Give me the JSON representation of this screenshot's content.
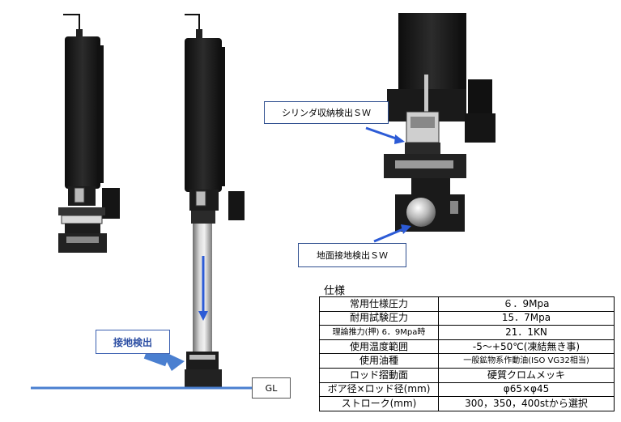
{
  "callouts": {
    "cylinder_sw": "シリンダ収納検出ＳＷ",
    "ground_sw": "地面接地検出ＳＷ",
    "ground_detect": "接地検出",
    "gl": "GL"
  },
  "spec": {
    "title": "仕様",
    "rows": [
      {
        "label": "常用仕様圧力",
        "value": "６．9Mpa"
      },
      {
        "label": "耐用試験圧力",
        "value": "15．7Mpa"
      },
      {
        "label": "理論推力(押) 6．9Mpa時",
        "value": "21．1KN"
      },
      {
        "label": "使用温度範囲",
        "value": "-5～+50℃(凍結無き事)"
      },
      {
        "label": "使用油種",
        "value": "一般鉱物系作動油(ISO VG32相当)"
      },
      {
        "label": "ロッド摺動面",
        "value": "硬質クロムメッキ"
      },
      {
        "label": "ボア径×ロッド径(mm)",
        "value": "φ65×φ45"
      },
      {
        "label": "ストローク(mm)",
        "value": "300，350，400stから選択"
      }
    ]
  },
  "colors": {
    "accent": "#2c5bd6",
    "ground_line": "#4a7fd0",
    "body": "#1a1a1a"
  }
}
